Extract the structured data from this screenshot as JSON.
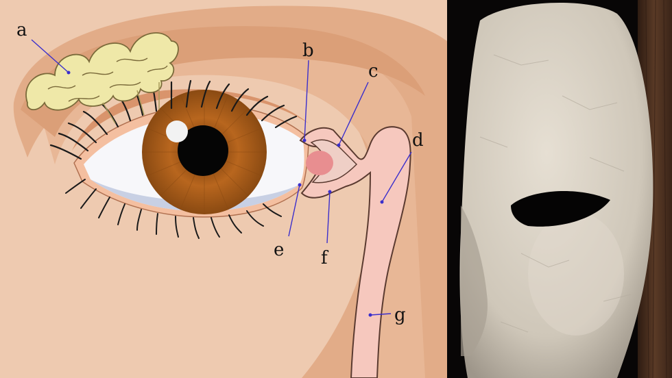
{
  "diagram": {
    "labels": [
      "a",
      "b",
      "c",
      "d",
      "e",
      "f",
      "g"
    ],
    "colors": {
      "skin_light": "#EECAB0",
      "skin_mid": "#E8B796",
      "skin_dark": "#DB9F78",
      "gland": "#EFE8A8",
      "gland_stroke": "#7A6A3A",
      "iris": "#B8661E",
      "duct": "#F6C8BE",
      "leader": "#3A2ECC",
      "mask": "#D9D2C6",
      "wood": "#4A3022"
    }
  }
}
